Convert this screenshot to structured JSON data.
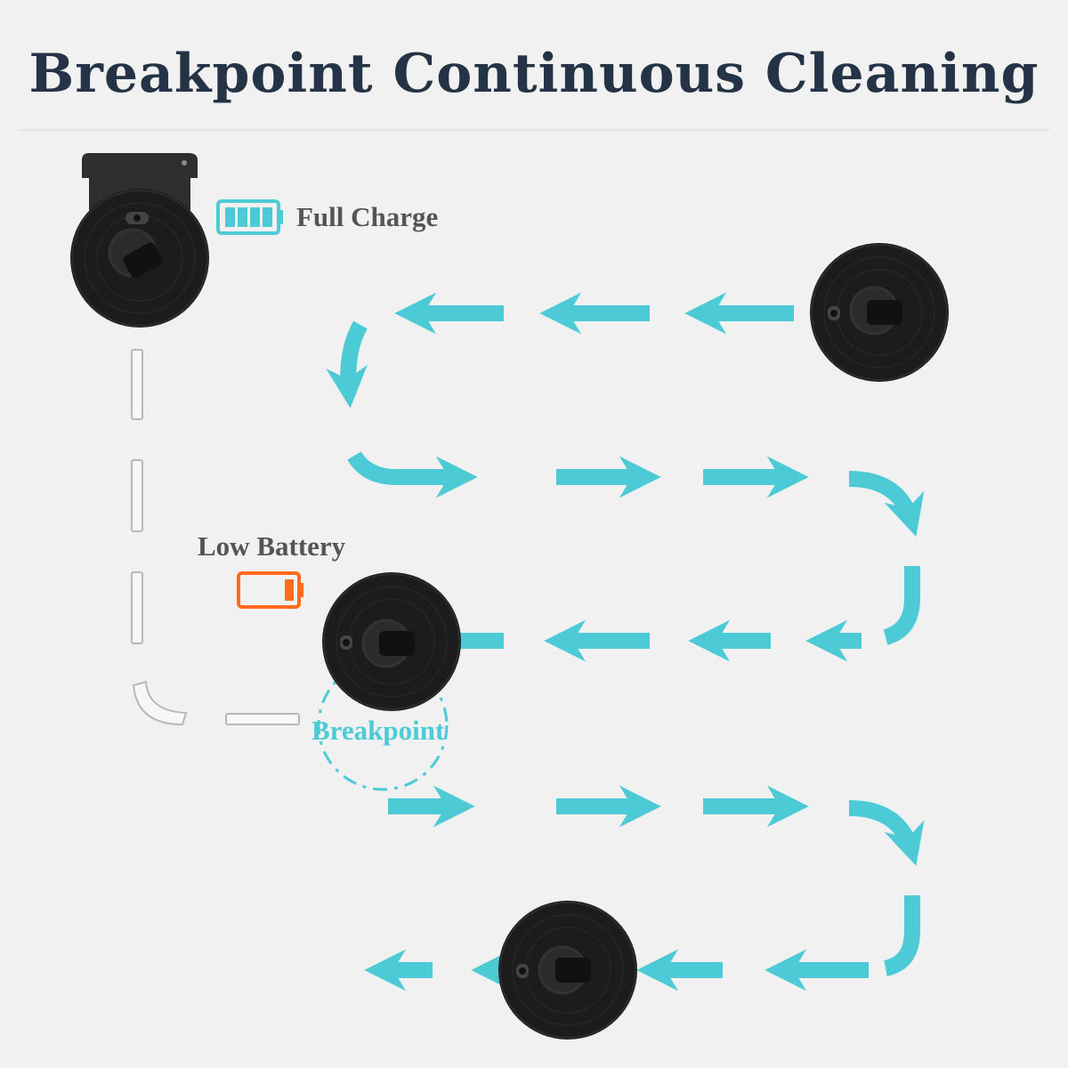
{
  "title": "Breakpoint Continuous Cleaning",
  "labels": {
    "full_charge": "Full Charge",
    "low_battery": "Low Battery",
    "breakpoint": "Breakpoint"
  },
  "battery_levels": {
    "full": 1.0,
    "low": 0.2
  },
  "icons": [
    "charging-dock-icon",
    "robot-vacuum-icon",
    "battery-full-icon",
    "battery-low-icon",
    "arrow-icon"
  ],
  "colors": {
    "title": "#243446",
    "text": "#555555",
    "accent": "#4ccbd6",
    "low_battery": "#ff6b1a",
    "robot": "#1c1c1c",
    "background": "#f1f1f1"
  }
}
